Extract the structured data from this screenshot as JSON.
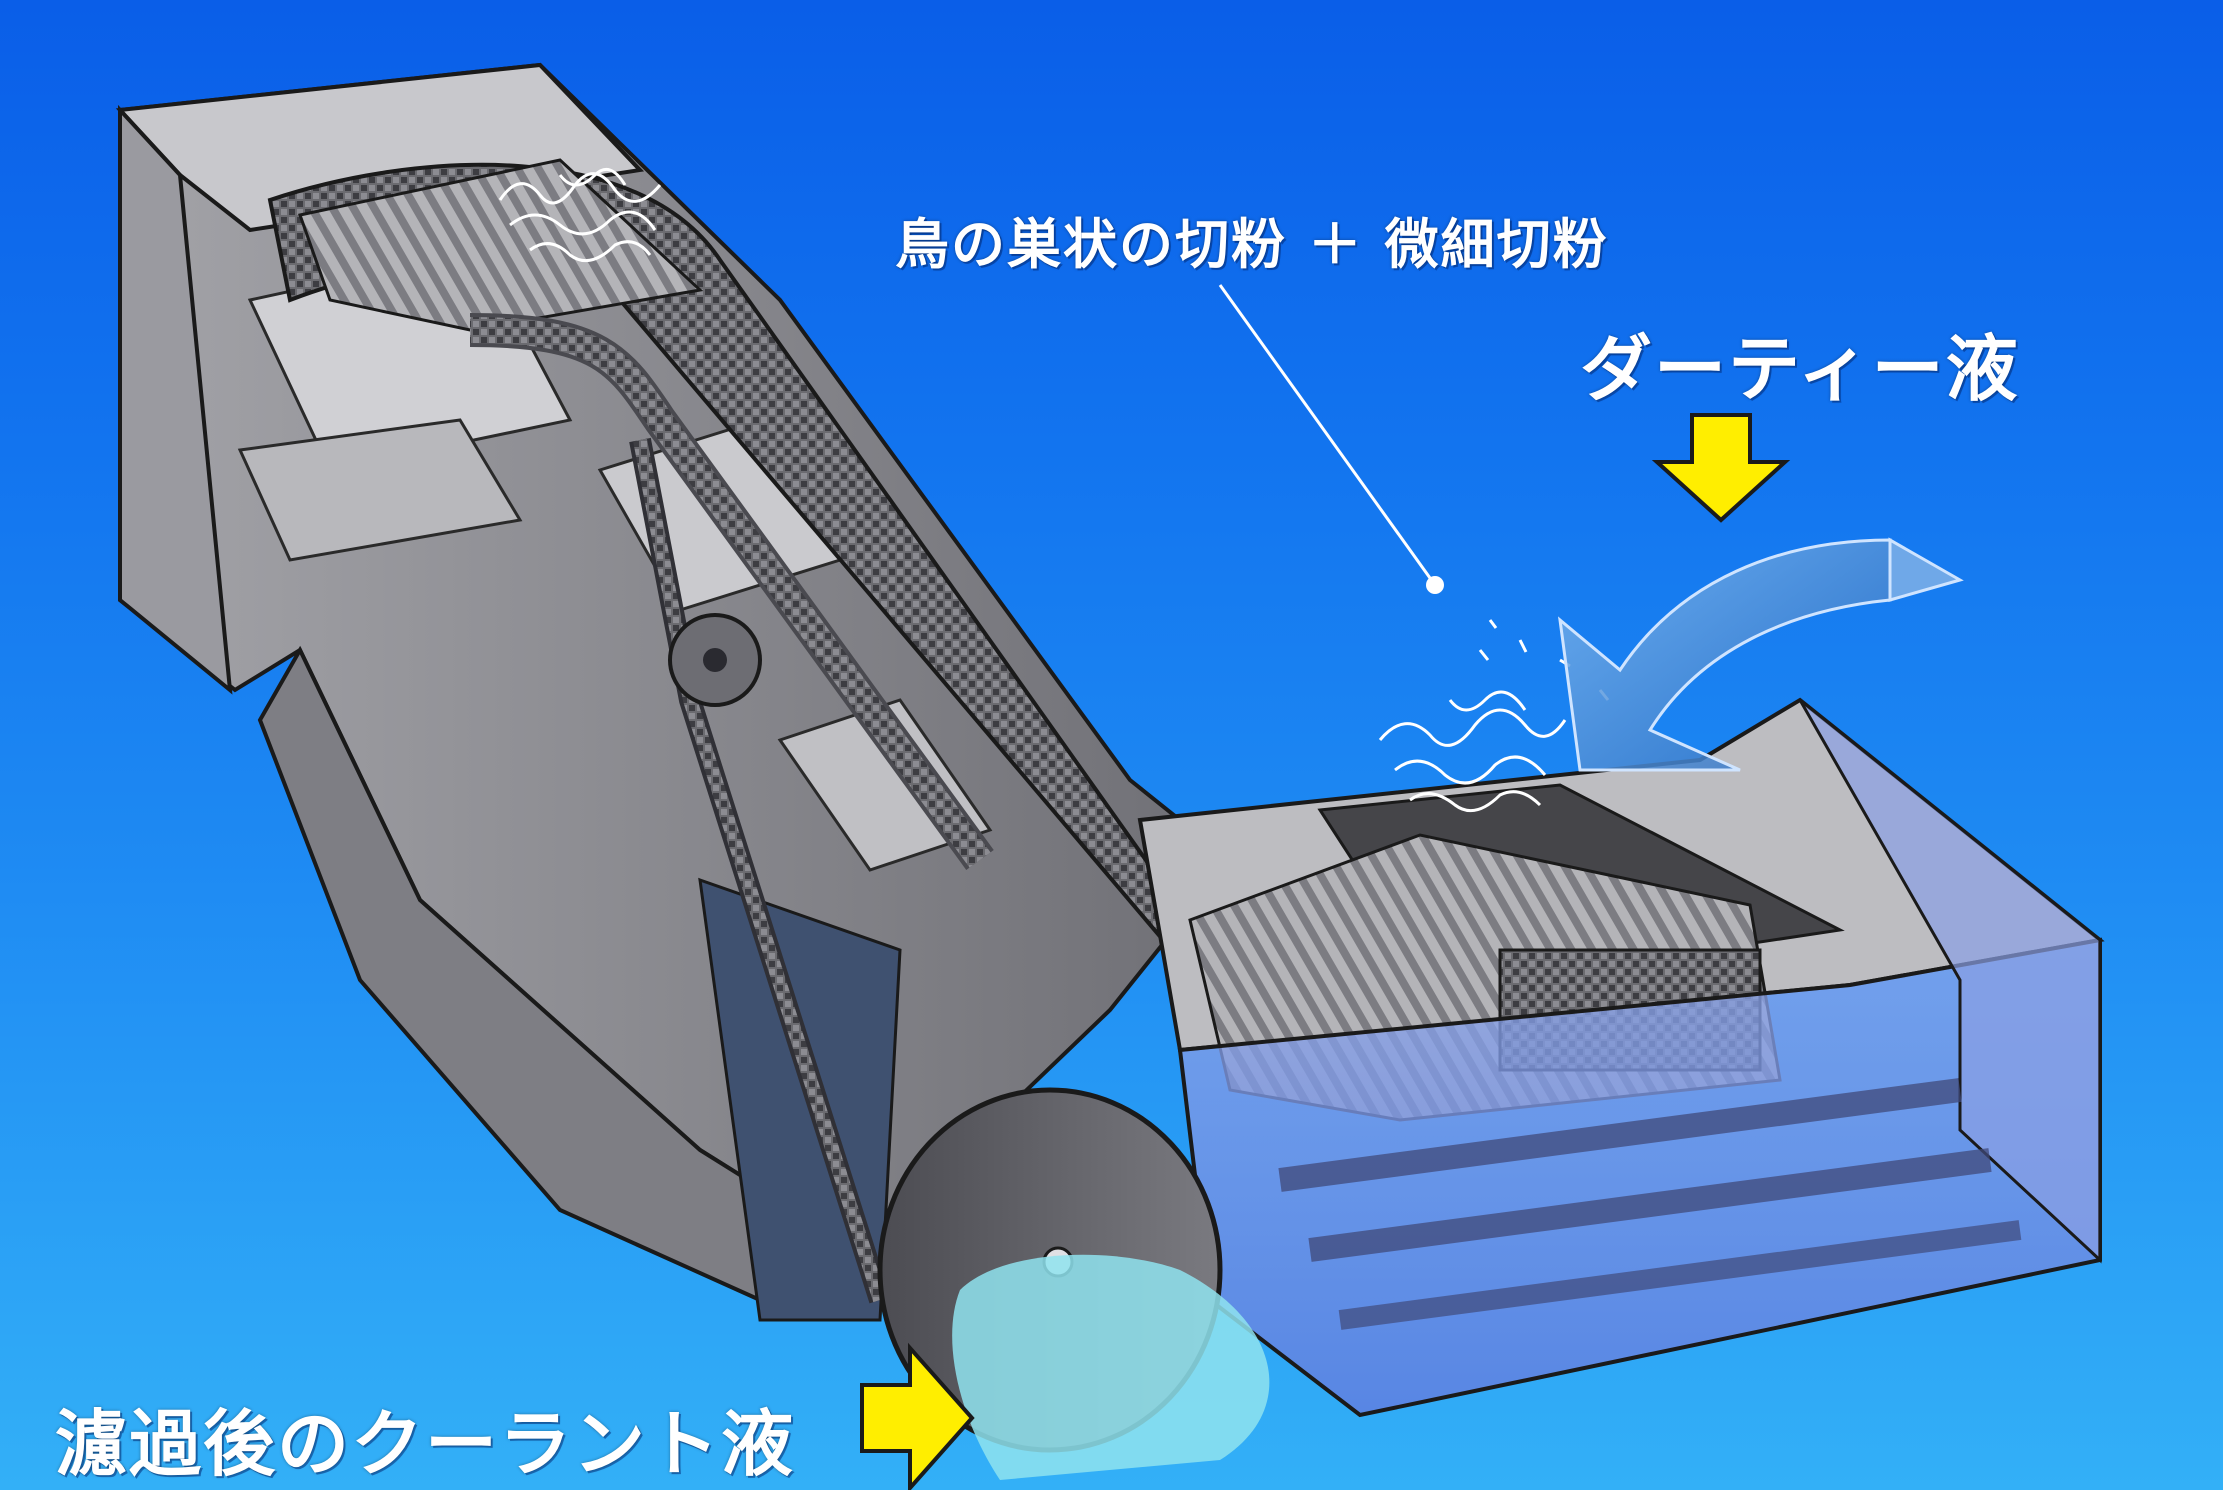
{
  "labels": {
    "chips": "鳥の巣状の切粉 ＋ 微細切粉",
    "dirty_liquid": "ダーティー液",
    "filtered_coolant": "濾過後のクーラント液"
  },
  "colors": {
    "background_top": "#0a5ee8",
    "background_bottom": "#33b0f7",
    "machine_body": "#8a8a8f",
    "machine_light": "#c8c8cc",
    "belt_mesh": "#5a5a60",
    "arrow_yellow": "#ffee00",
    "liquid_tank": "#6a86e0",
    "filtered_liquid": "#8de0ec"
  },
  "icons": {
    "dirty_inlet_arrow": "arrow-down-icon",
    "filtered_outlet_arrow": "arrow-right-icon",
    "flow_arrow": "curved-arrow-icon"
  }
}
